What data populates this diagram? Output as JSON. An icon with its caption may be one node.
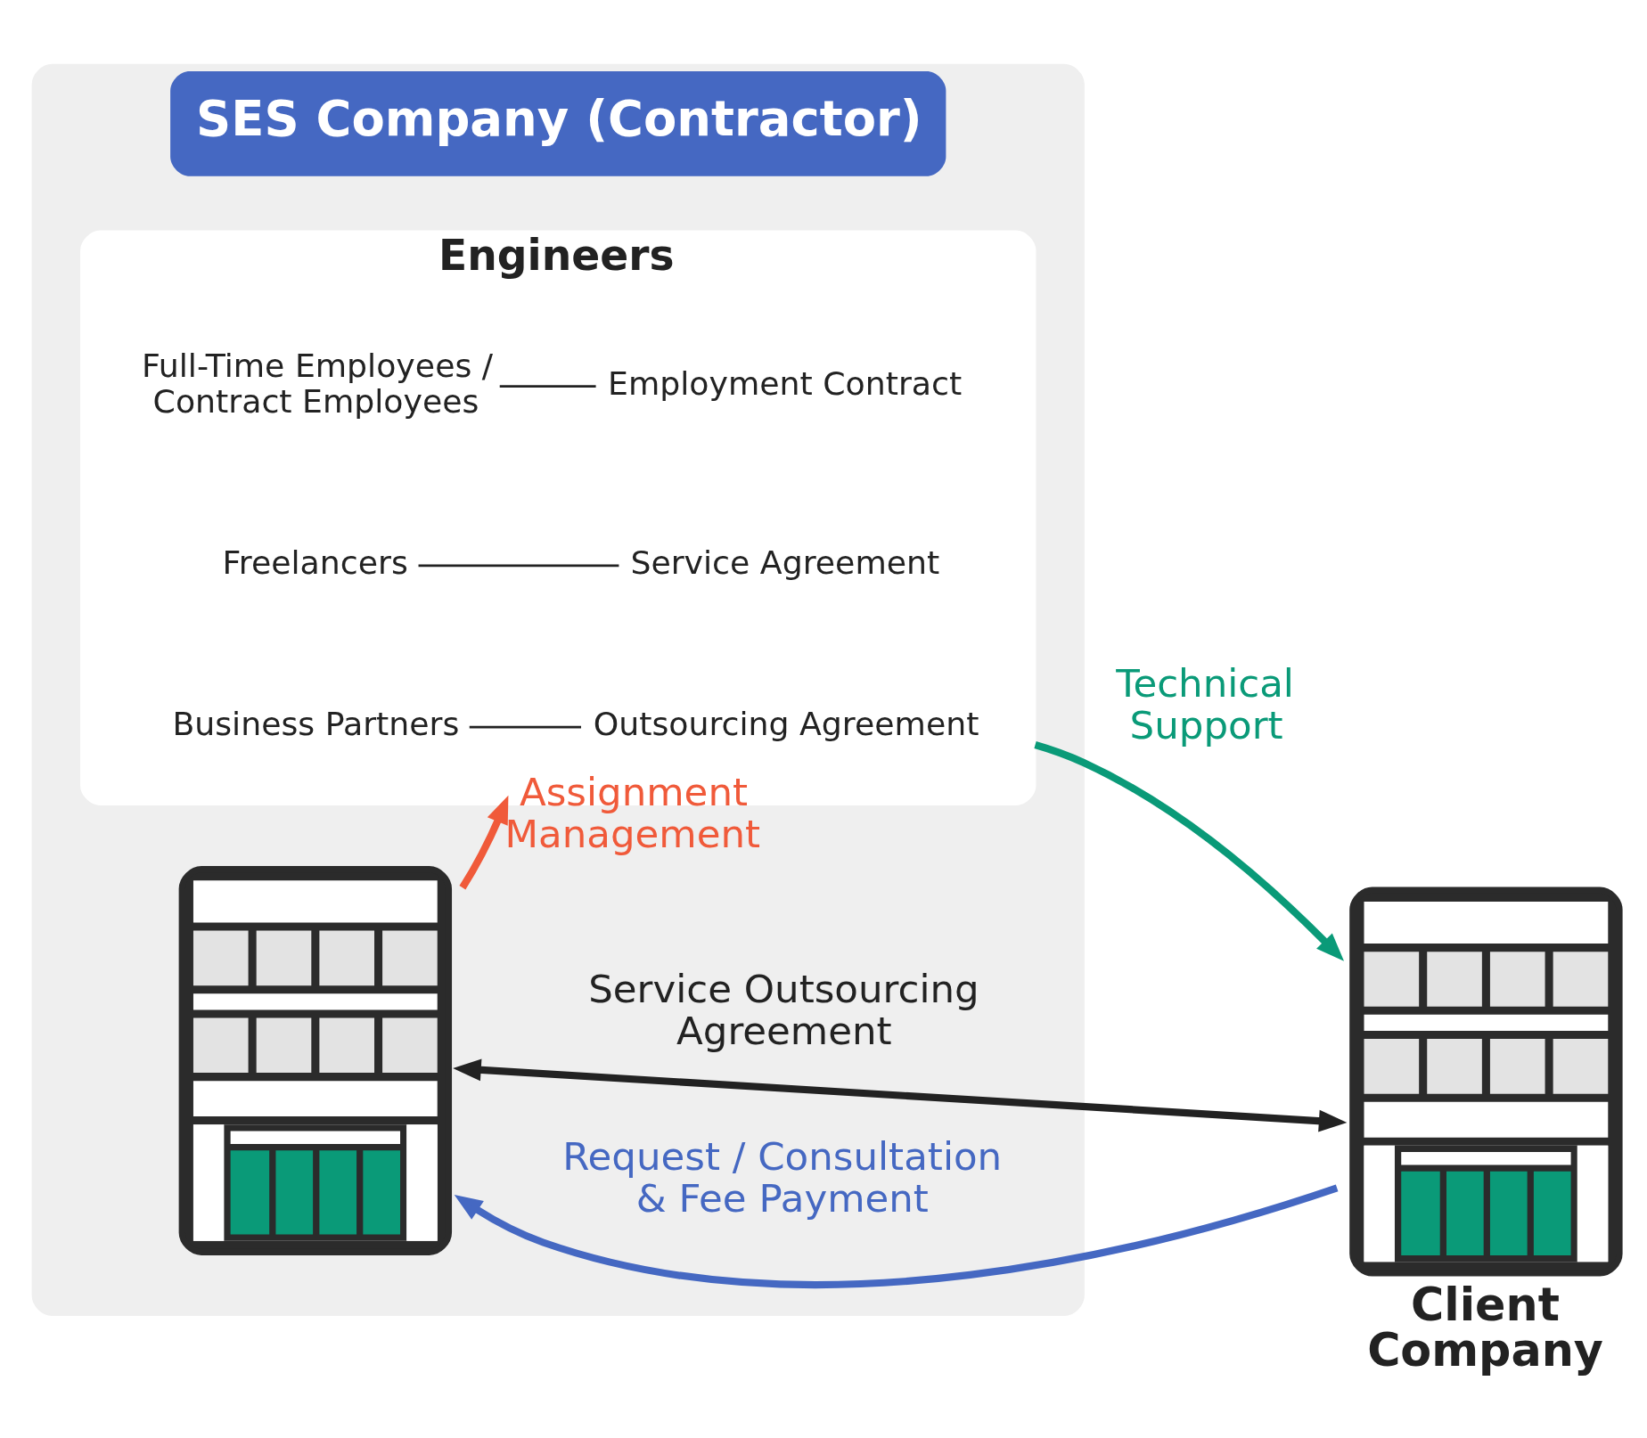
{
  "diagram": {
    "nodes": [
      {
        "text": [
          "SES Company (Contractor)"
        ]
      },
      {
        "text": [],
        "shape": "picture",
        "in": 0
      },
      {
        "text": [],
        "shape": "picture",
        "beside": [
          "Client Company"
        ]
      },
      {
        "text": [
          "Engineers"
        ],
        "in": 0
      },
      {
        "text": [
          "Full-Time Employees / Contract Employees"
        ],
        "in": 3
      },
      {
        "text": [
          "Employment Contract"
        ],
        "in": 3
      },
      {
        "text": [
          "Freelancers"
        ],
        "in": 3
      },
      {
        "text": [
          "Service Agreement"
        ],
        "in": 3
      },
      {
        "text": [
          "Business Partners"
        ],
        "in": 3
      },
      {
        "text": [
          "Outsourcing Agreement"
        ],
        "in": 3
      }
    ],
    "edges": [
      {
        "from": 1,
        "to": 2,
        "arrow": "both",
        "label": "Service Outsourcing Agreement"
      },
      {
        "from": 2,
        "to": 1,
        "arrow": "to",
        "label": "Request / Consultation & Fee Payment",
        "color": "#4568c2"
      },
      {
        "from": 1,
        "to": 3,
        "arrow": "to",
        "label": "Assignment Management",
        "color": "#f05a3a"
      },
      {
        "from": 3,
        "to": 2,
        "arrow": "to",
        "label": "Technical Support",
        "color": "#0a9a78"
      },
      {
        "from": 4,
        "to": 5,
        "arrow": "none"
      },
      {
        "from": 6,
        "to": 7,
        "arrow": "none"
      },
      {
        "from": 8,
        "to": 9,
        "arrow": "none"
      }
    ]
  }
}
